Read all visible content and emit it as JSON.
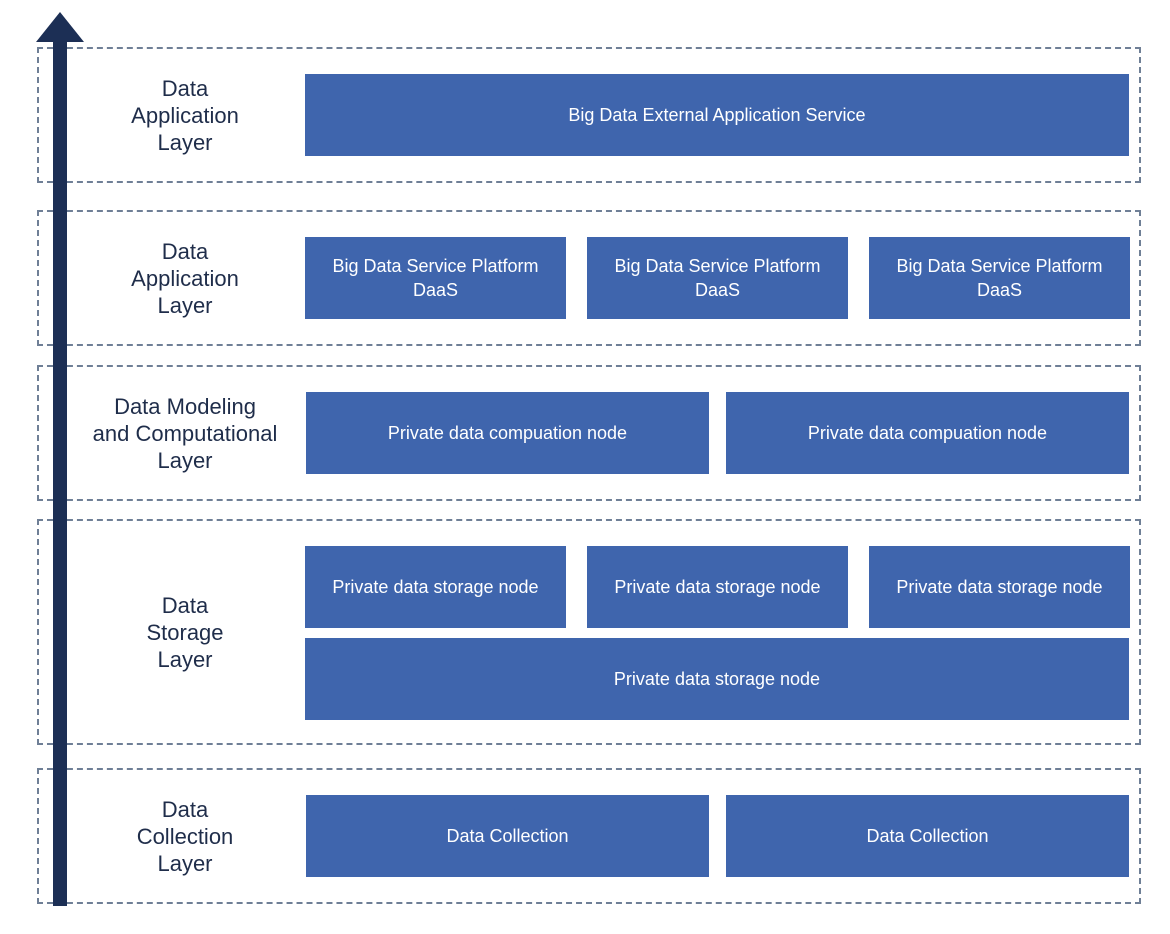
{
  "colors": {
    "box_fill": "#3f65ad",
    "box_text": "#ffffff",
    "label_text": "#1f2d4a",
    "arrow": "#1c2f55",
    "dashed_border": "#6f7f96"
  },
  "arrow": {
    "direction": "up"
  },
  "layers": [
    {
      "label": "Data\nApplication\nLayer",
      "boxes": [
        "Big Data External Application Service"
      ]
    },
    {
      "label": "Data\nApplication\nLayer",
      "boxes": [
        "Big Data Service Platform\nDaaS",
        "Big Data Service Platform\nDaaS",
        "Big Data Service Platform\nDaaS"
      ]
    },
    {
      "label": "Data Modeling\nand Computational\nLayer",
      "boxes": [
        "Private data compuation node",
        "Private data compuation node"
      ]
    },
    {
      "label": "Data\nStorage\nLayer",
      "boxes": [
        "Private data storage node",
        "Private data storage node",
        "Private data storage node",
        "Private data storage node"
      ]
    },
    {
      "label": "Data\nCollection\nLayer",
      "boxes": [
        "Data Collection",
        "Data Collection"
      ]
    }
  ]
}
